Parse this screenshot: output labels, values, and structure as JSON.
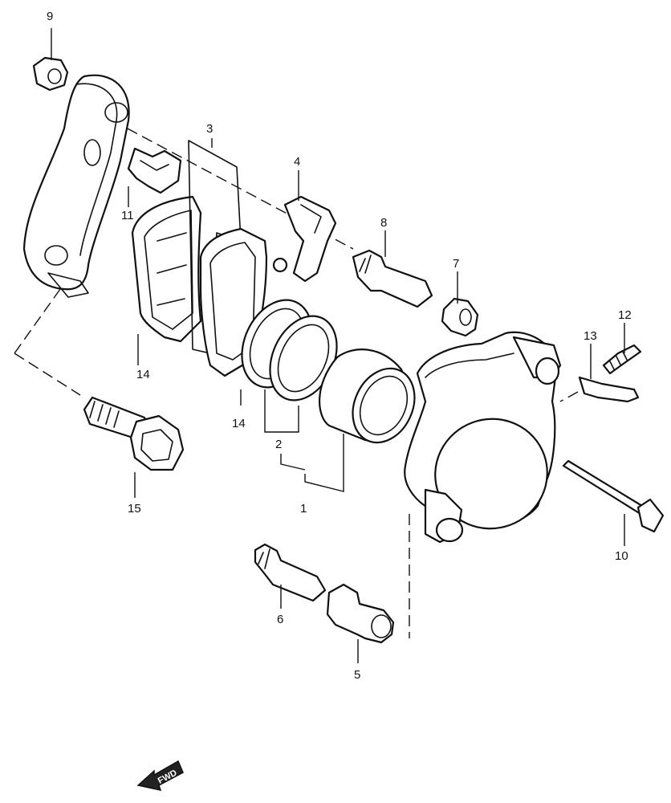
{
  "diagram": {
    "callouts": [
      {
        "id": "1",
        "text": "1"
      },
      {
        "id": "2",
        "text": "2"
      },
      {
        "id": "3",
        "text": "3"
      },
      {
        "id": "4",
        "text": "4"
      },
      {
        "id": "5",
        "text": "5"
      },
      {
        "id": "6",
        "text": "6"
      },
      {
        "id": "7",
        "text": "7"
      },
      {
        "id": "8",
        "text": "8"
      },
      {
        "id": "9",
        "text": "9"
      },
      {
        "id": "10",
        "text": "10"
      },
      {
        "id": "11",
        "text": "11"
      },
      {
        "id": "12",
        "text": "12"
      },
      {
        "id": "13",
        "text": "13"
      },
      {
        "id": "14a",
        "text": "14"
      },
      {
        "id": "14b",
        "text": "14"
      },
      {
        "id": "15",
        "text": "15"
      }
    ],
    "forward_badge": "FWD"
  }
}
